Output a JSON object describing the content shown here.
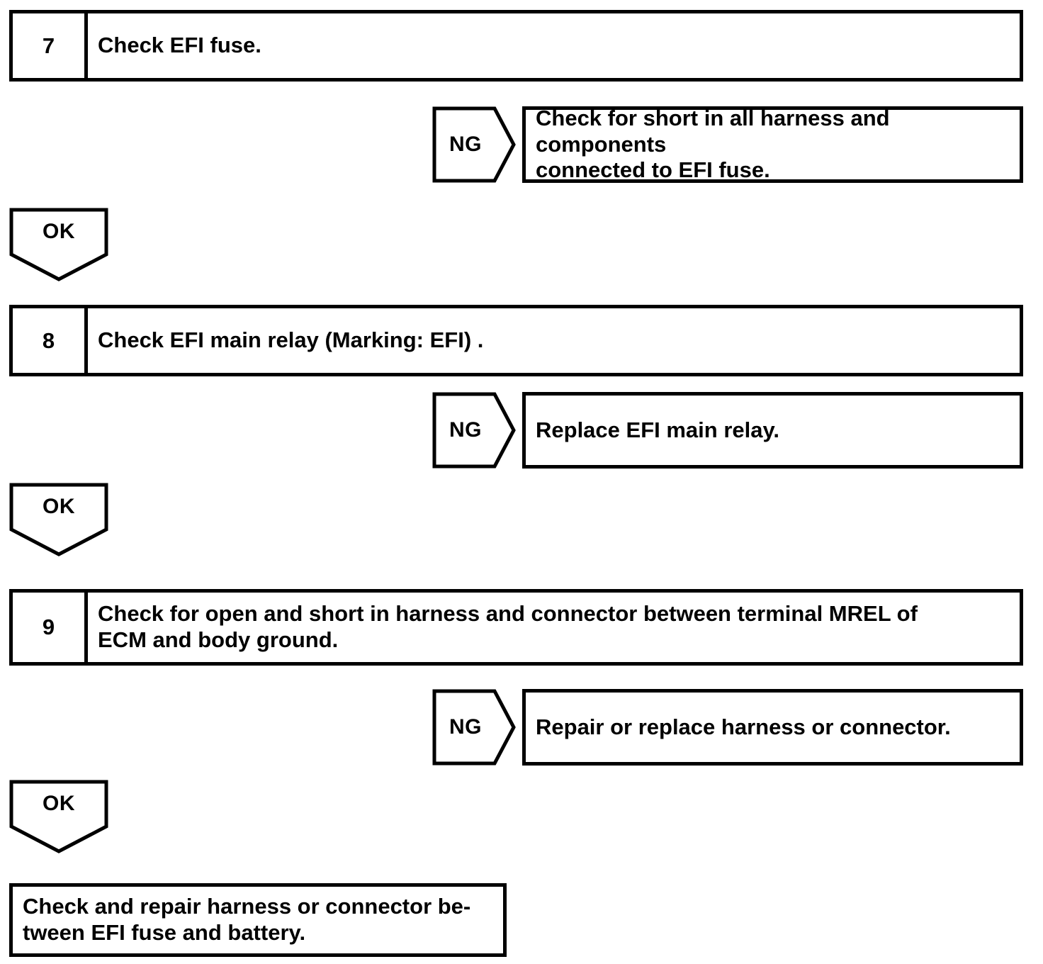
{
  "diagram": {
    "title": "EFI troubleshooting flowchart steps 7-9",
    "line_color": "#000000",
    "background_color": "#ffffff"
  },
  "steps": [
    {
      "number": "7",
      "lines": [
        "Check EFI fuse."
      ]
    },
    {
      "number": "8",
      "lines": [
        "Check EFI main relay (Marking: EFI) ."
      ]
    },
    {
      "number": "9",
      "lines": [
        "Check for open and short in harness and connector between terminal MREL of",
        "ECM and body ground."
      ]
    }
  ],
  "ng_branches": [
    {
      "label": "NG",
      "lines": [
        "Check for short in all harness and components",
        "connected to EFI fuse."
      ]
    },
    {
      "label": "NG",
      "lines": [
        "Replace EFI main relay."
      ]
    },
    {
      "label": "NG",
      "lines": [
        "Repair or replace harness or connector."
      ]
    }
  ],
  "ok_connectors": [
    {
      "label": "OK"
    },
    {
      "label": "OK"
    },
    {
      "label": "OK"
    }
  ],
  "final_box": {
    "lines": [
      "Check and repair harness or connector be-",
      "tween EFI fuse and battery."
    ]
  }
}
